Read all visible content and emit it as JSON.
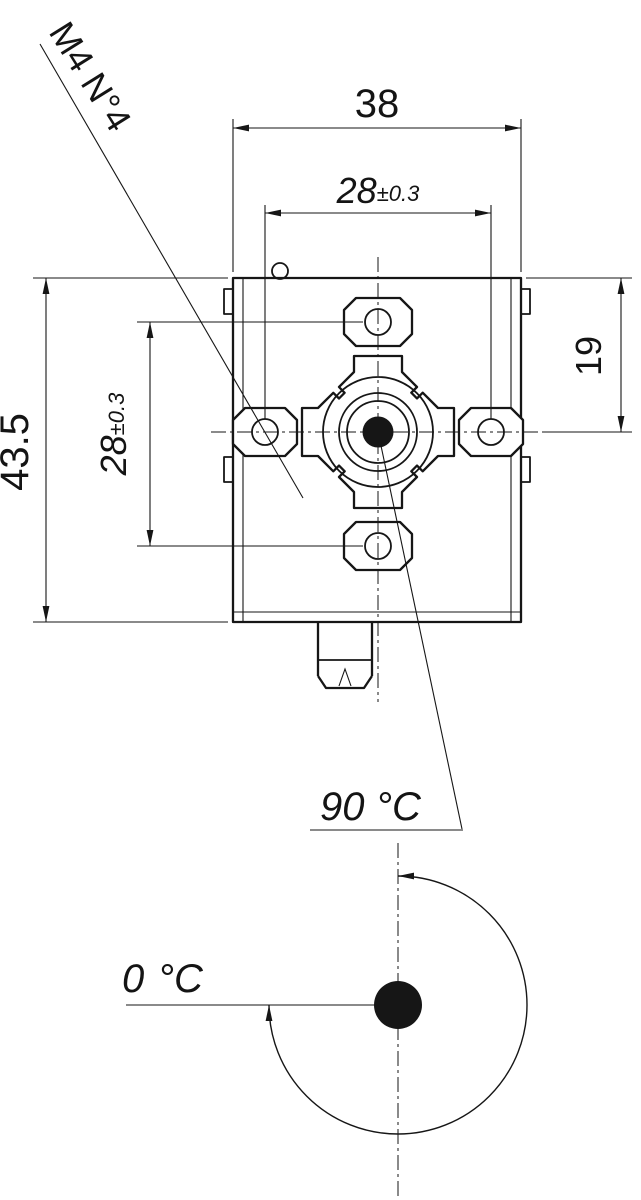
{
  "drawing": {
    "background": "#ffffff",
    "line_color": "#161616",
    "callout_screw": "M4 N°4",
    "dim_overall_width": "38",
    "dim_hole_pitch_horizontal": {
      "value": "28",
      "tolerance": "±0.3"
    },
    "dim_hole_pitch_vertical": {
      "value": "28",
      "tolerance": "±0.3"
    },
    "dim_top_to_axis": "19",
    "dim_overall_height": "43.5",
    "rotation_scale": {
      "max_value": "90",
      "max_unit": "°C",
      "min_value": "0",
      "min_unit": "°C"
    }
  }
}
